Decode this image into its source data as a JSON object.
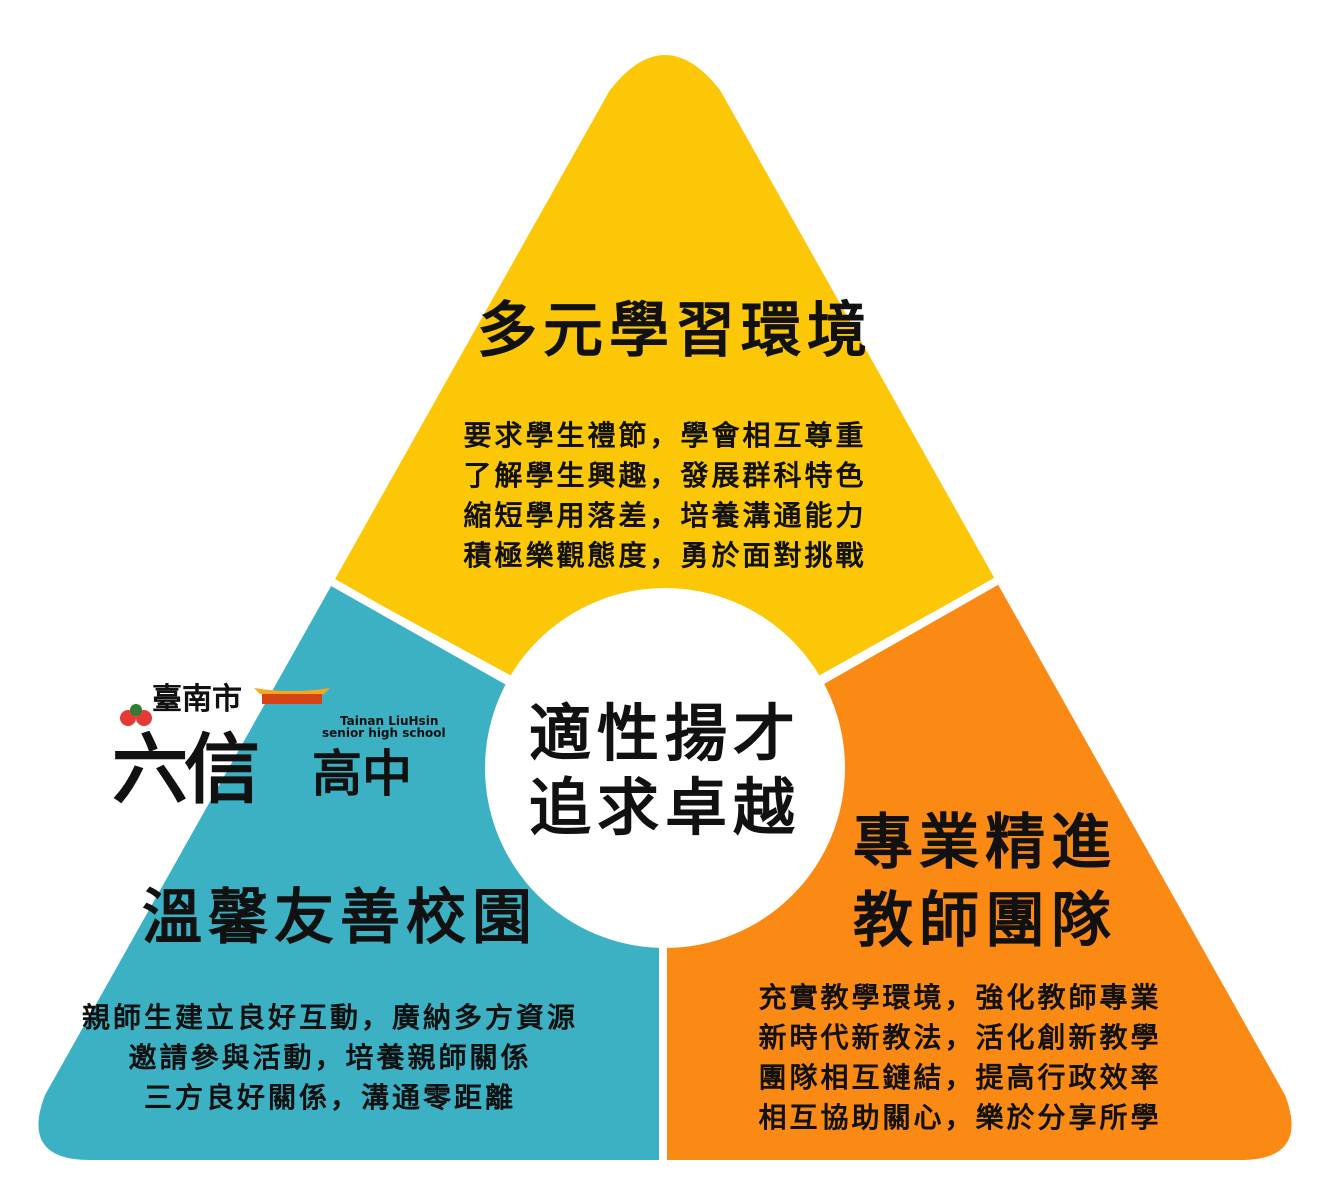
{
  "colors": {
    "top": "#FCC707",
    "left": "#3DB1C4",
    "right": "#FA8A13",
    "center": "#FFFFFF"
  },
  "center": {
    "line1": "適性揚才",
    "line2": "追求卓越"
  },
  "top": {
    "title": "多元學習環境",
    "lines": [
      "要求學生禮節，學會相互尊重",
      "了解學生興趣，發展群科特色",
      "縮短學用落差，培養溝通能力",
      "積極樂觀態度，勇於面對挑戰"
    ]
  },
  "left": {
    "title": "溫馨友善校園",
    "lines": [
      "親師生建立良好互動，廣納多方資源",
      "邀請參與活動，培養親師關係",
      "三方良好關係，溝通零距離"
    ]
  },
  "right": {
    "title1": "專業精進",
    "title2": "教師團隊",
    "lines": [
      "充實教學環境，強化教師專業",
      "新時代新教法，活化創新教學",
      "團隊相互鏈結，提高行政效率",
      "相互協助關心，樂於分享所學"
    ]
  },
  "logo": {
    "city": "臺南市",
    "name_big": "六信",
    "name_small": "高中",
    "en1": "Tainan LiuHsin",
    "en2": "senior high school"
  }
}
